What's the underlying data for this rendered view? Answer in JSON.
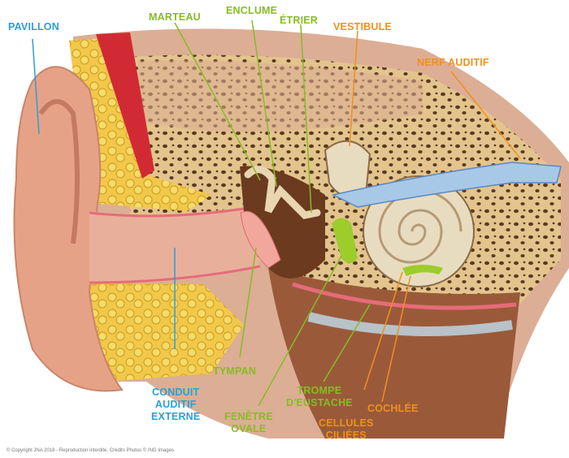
{
  "colors": {
    "blue": "#2a9fd8",
    "green": "#86bc25",
    "orange": "#f0901e"
  },
  "labels": {
    "pavillon": "PAVILLON",
    "marteau": "MARTEAU",
    "enclume": "ENCLUME",
    "etrier": "ÉTRIER",
    "vestibule": "VESTIBULE",
    "nerf_auditif": "NERF AUDITIF",
    "conduit_auditif_externe": [
      "CONDUIT",
      "AUDITIF",
      "EXTERNE"
    ],
    "tympan": "TYMPAN",
    "fenetre_ovale": [
      "FENÊTRE",
      "OVALE"
    ],
    "trompe_d_eustache": [
      "TROMPE",
      "D'EUSTACHE"
    ],
    "cochlee": "COCHLÉE",
    "cellules_ciliees": [
      "CELLULES",
      "CILIÉES"
    ]
  },
  "copyright": "© Copyright JNA 2018 - Reproduction interdite. Crédits Photos © ING Images"
}
